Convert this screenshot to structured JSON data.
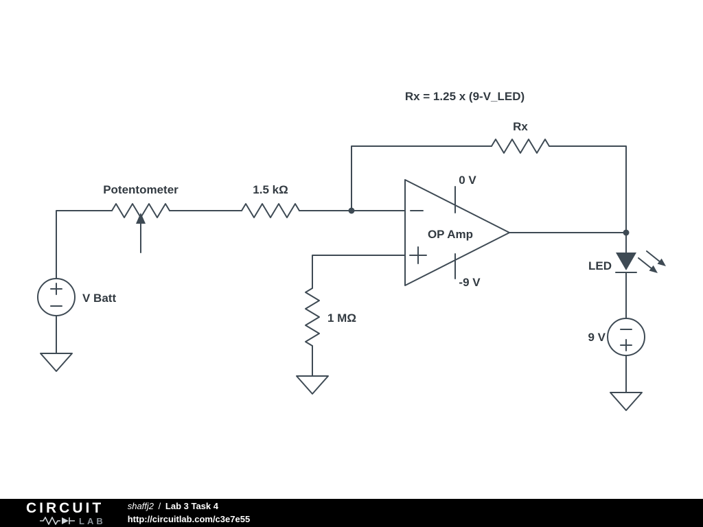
{
  "colors": {
    "wire": "#3e4a54",
    "label": "#323a41",
    "footer_bg": "#000000",
    "footer_text": "#ffffff",
    "logo_gray": "#8d949b"
  },
  "schematic": {
    "formula": "Rx = 1.25 x (9-V_LED)",
    "rx_label": "Rx",
    "potentiometer_label": "Potentometer",
    "r1_label": "1.5 kΩ",
    "r2_label": "1 MΩ",
    "opamp_label": "OP Amp",
    "opamp_vplus": "0 V",
    "opamp_vminus": "-9 V",
    "vbatt_label": "V Batt",
    "led_label": "LED",
    "v9_label": "9 V"
  },
  "footer": {
    "logo_top": "CIRCUIT",
    "logo_bottom": "LAB",
    "author": "shaffj2",
    "divider": "/",
    "doc_title": "Lab 3 Task 4",
    "url": "http://circuitlab.com/c3e7e55"
  }
}
